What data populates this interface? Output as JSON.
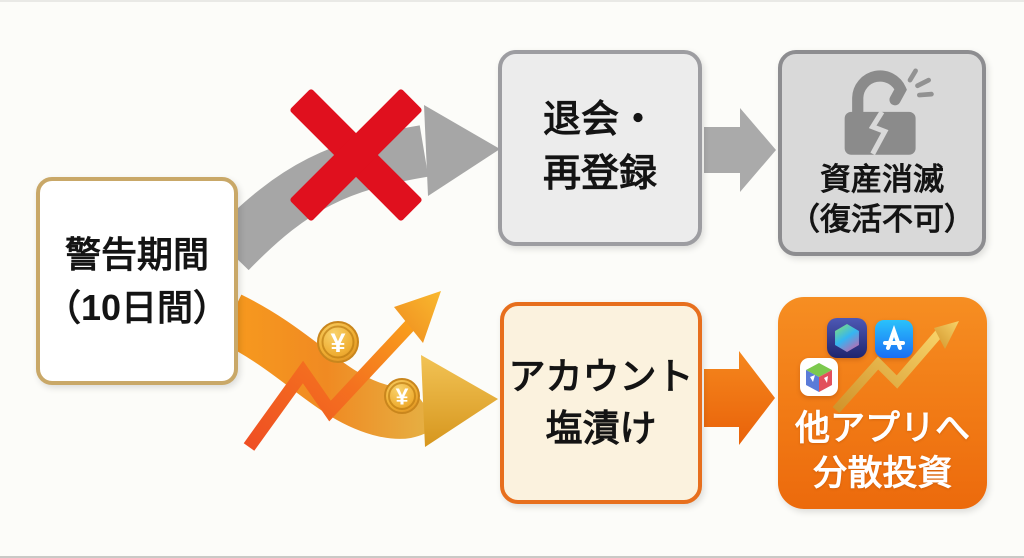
{
  "diagram": {
    "nodes": {
      "warning": {
        "lines": [
          "警告期間",
          "（10日間）"
        ]
      },
      "withdraw": {
        "lines": [
          "退会・",
          "再登録"
        ]
      },
      "asset_loss": {
        "lines": [
          "資産消滅",
          "（復活不可）"
        ]
      },
      "account_hold": {
        "lines": [
          "アカウント",
          "塩漬け"
        ]
      },
      "diversify": {
        "lines": [
          "他アプリへ",
          "分散投資"
        ]
      }
    },
    "symbols": {
      "yen": "¥"
    },
    "icons": {
      "broken_lock": "broken-lock-icon",
      "red_cross": "red-cross-icon",
      "yen_coin": "yen-coin-icon",
      "rising_chart_arrow": "rising-chart-arrow-icon",
      "shortcuts_app": "shortcuts-app-icon",
      "app_store": "app-store-icon",
      "cube_app": "cube-app-icon"
    },
    "palette": {
      "background": "#FCFCF9",
      "warning_border_gold": "#C9A868",
      "gray_arrow": "#A6A6A6",
      "red_cross": "#E0101E",
      "withdraw_fill": "#ECECEC",
      "withdraw_border": "#9D9DA1",
      "asset_fill": "#D9D9D9",
      "asset_border": "#8D8D90",
      "account_fill": "#FBF2DE",
      "account_border": "#E76F1D",
      "diversify_fill": "#F1791A",
      "gold_arrow": "#E8B04A",
      "zigzag_orange": "#F05A25"
    }
  }
}
